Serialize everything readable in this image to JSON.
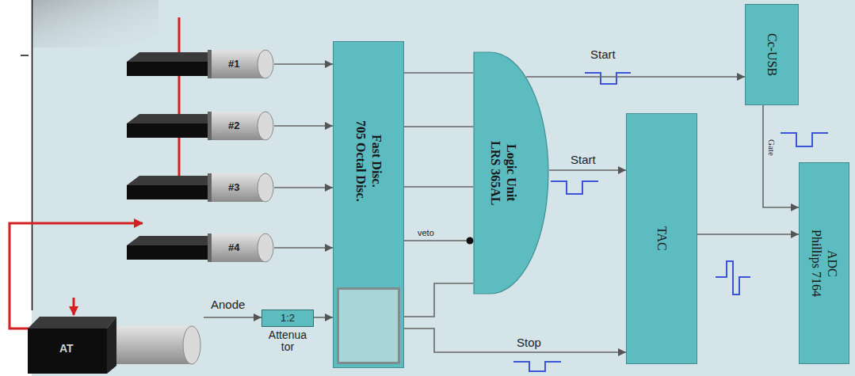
{
  "diagram": {
    "nodes": [
      {
        "text": [
          "#1"
        ]
      },
      {
        "text": [
          "#2"
        ]
      },
      {
        "text": [
          "#3"
        ]
      },
      {
        "text": [
          "#4"
        ]
      },
      {
        "text": [
          "AT"
        ]
      },
      {
        "text": [
          "1:2",
          "Attenua tor"
        ]
      },
      {
        "text": [
          "Fast Disc.",
          "705 Octal Disc."
        ]
      },
      {
        "text": [
          "Logic Unit",
          "LRS 365AL"
        ]
      },
      {
        "text": [
          "Cc-USB"
        ]
      },
      {
        "text": [
          "TAC"
        ]
      },
      {
        "text": [
          "ADC",
          "Phillips 7164"
        ]
      }
    ],
    "edges": [
      {
        "from": 0,
        "to": 6,
        "arrow": "to"
      },
      {
        "from": 1,
        "to": 6,
        "arrow": "to"
      },
      {
        "from": 2,
        "to": 6,
        "arrow": "to"
      },
      {
        "from": 3,
        "to": 6,
        "arrow": "to"
      },
      {
        "from": 4,
        "to": 5,
        "label": "Anode",
        "arrow": "to"
      },
      {
        "from": 5,
        "to": 6,
        "arrow": "to"
      },
      {
        "from": 6,
        "to": 7,
        "arrow": "none"
      },
      {
        "from": 6,
        "to": 7,
        "arrow": "none"
      },
      {
        "from": 6,
        "to": 7,
        "arrow": "none"
      },
      {
        "from": 6,
        "to": 7,
        "label": "veto",
        "arrow": "none"
      },
      {
        "from": 6,
        "to": 7,
        "arrow": "none"
      },
      {
        "from": 6,
        "to": 9,
        "label": "Stop",
        "arrow": "to"
      },
      {
        "from": 7,
        "to": 8,
        "label": "Start",
        "arrow": "to"
      },
      {
        "from": 7,
        "to": 9,
        "label": "Start",
        "arrow": "to"
      },
      {
        "from": 8,
        "to": 10,
        "label": "Gate",
        "arrow": "to"
      },
      {
        "from": 9,
        "to": 10,
        "arrow": "to"
      }
    ]
  }
}
